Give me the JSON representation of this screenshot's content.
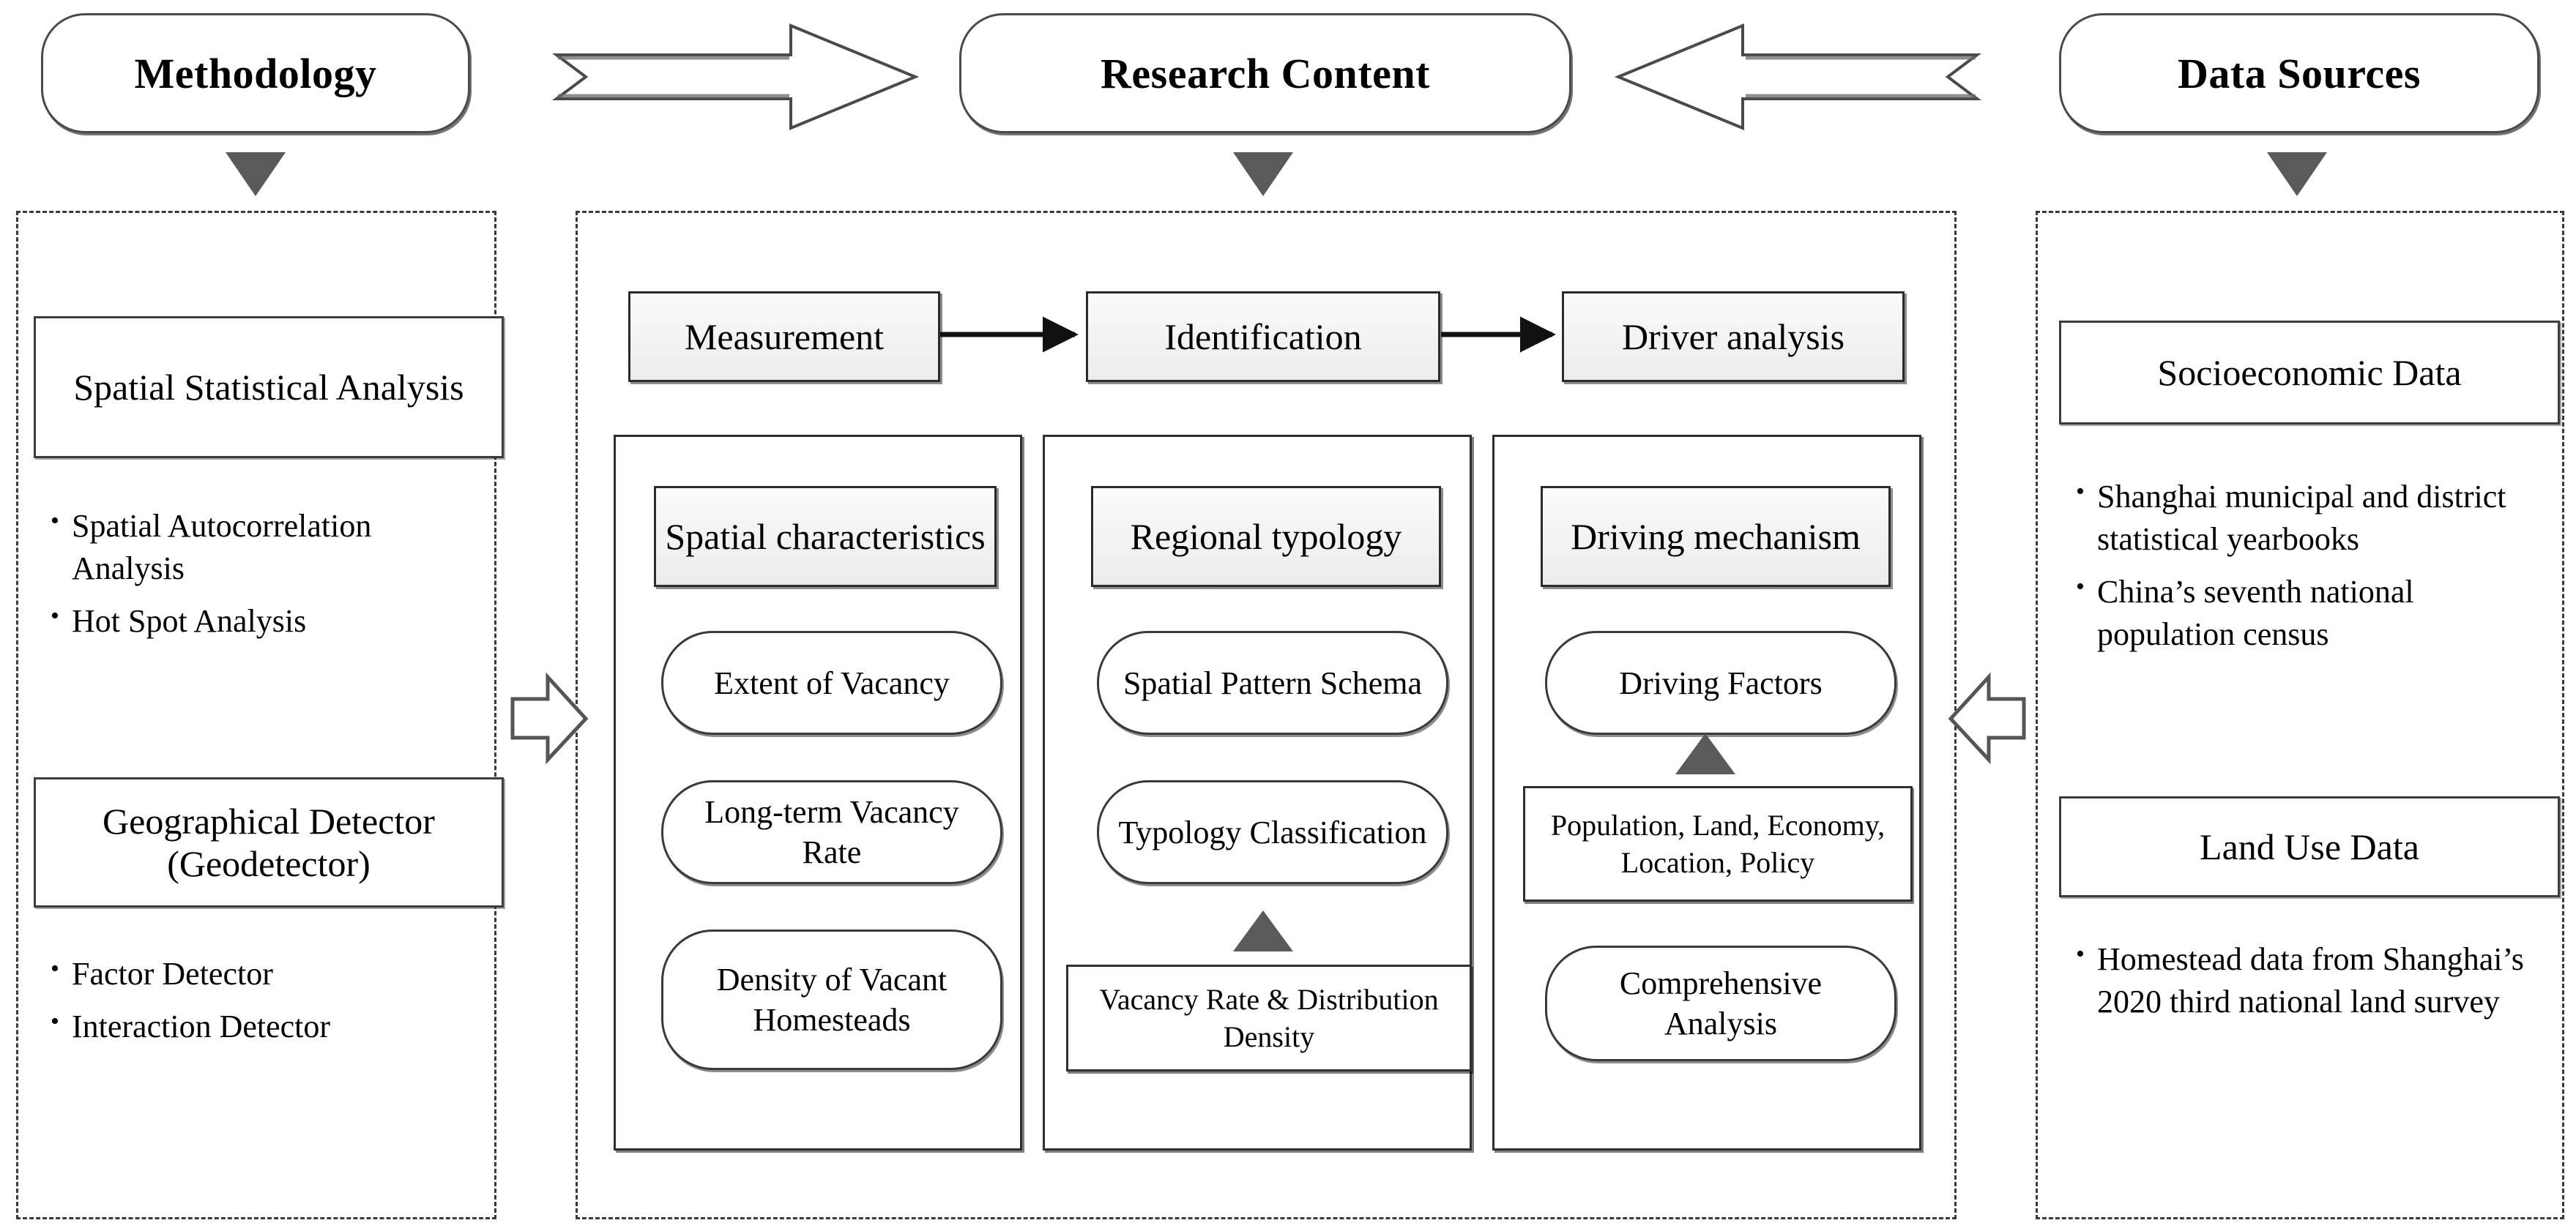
{
  "header": {
    "methodology": "Methodology",
    "research_content": "Research Content",
    "data_sources": "Data Sources",
    "arrow_left_to_center": "block-arrow-right",
    "arrow_right_to_center": "block-arrow-left"
  },
  "methodology_panel": {
    "method_1": {
      "title": "Spatial Statistical Analysis",
      "bullets": [
        "Spatial Autocorrelation Analysis",
        "Hot Spot Analysis"
      ]
    },
    "method_2": {
      "title": "Geographical Detector (Geodetector)",
      "bullets": [
        "Factor Detector",
        "Interaction Detector"
      ]
    }
  },
  "research_panel": {
    "flow": [
      "Measurement",
      "Identification",
      "Driver analysis"
    ],
    "columns": [
      {
        "heading": "Spatial characteristics",
        "nodes": [
          {
            "label": "Extent of Vacancy",
            "shape": "pill"
          },
          {
            "label": "Long-term Vacancy Rate",
            "shape": "pill"
          },
          {
            "label": "Density of Vacant Homesteads",
            "shape": "pill"
          }
        ]
      },
      {
        "heading": "Regional typology",
        "nodes": [
          {
            "label": "Spatial Pattern Schema",
            "shape": "pill"
          },
          {
            "label": "Typology Classification",
            "shape": "pill"
          },
          {
            "label": "Vacancy Rate & Distribution Density",
            "shape": "rect"
          }
        ]
      },
      {
        "heading": "Driving mechanism",
        "nodes": [
          {
            "label": "Driving Factors",
            "shape": "pill"
          },
          {
            "label": "Population, Land, Economy, Location, Policy",
            "shape": "rect"
          },
          {
            "label": "Comprehensive Analysis",
            "shape": "pill"
          }
        ]
      }
    ]
  },
  "data_panel": {
    "source_1": {
      "title": "Socioeconomic Data",
      "bullets": [
        "Shanghai municipal and district statistical yearbooks",
        "China’s seventh national population census"
      ]
    },
    "source_2": {
      "title": "Land Use Data",
      "bullets": [
        "Homestead data from Shanghai’s 2020 third national land survey"
      ]
    }
  },
  "connectors": {
    "down_triangle": "down-triangle-marker",
    "up_triangle": "up-triangle-marker",
    "flow_arrow": "arrow-right",
    "side_arrow_in_left": "block-arrow-right-small",
    "side_arrow_in_right": "block-arrow-left-small"
  },
  "colors": {
    "stroke": "#2f2f2f",
    "dashed_stroke": "#3a3a3a",
    "triangle_fill": "#5a5a5a",
    "box_fill_top": "#fbfbfb",
    "box_fill_bottom": "#ececec",
    "page_bg": "#ffffff"
  }
}
